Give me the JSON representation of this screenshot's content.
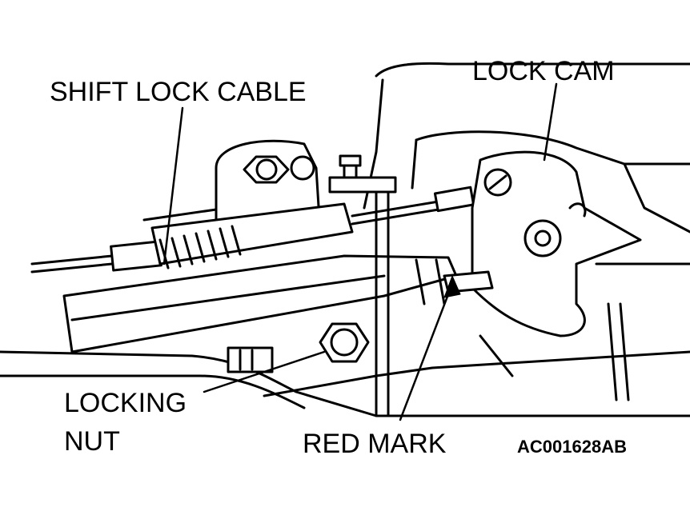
{
  "labels": {
    "shift_lock_cable": "SHIFT LOCK CABLE",
    "lock_cam": "LOCK CAM",
    "locking_nut_line1": "LOCKING",
    "locking_nut_line2": "NUT",
    "red_mark": "RED MARK"
  },
  "figure_code": "AC001628AB",
  "colors": {
    "ink": "#000000",
    "paper": "#ffffff"
  }
}
